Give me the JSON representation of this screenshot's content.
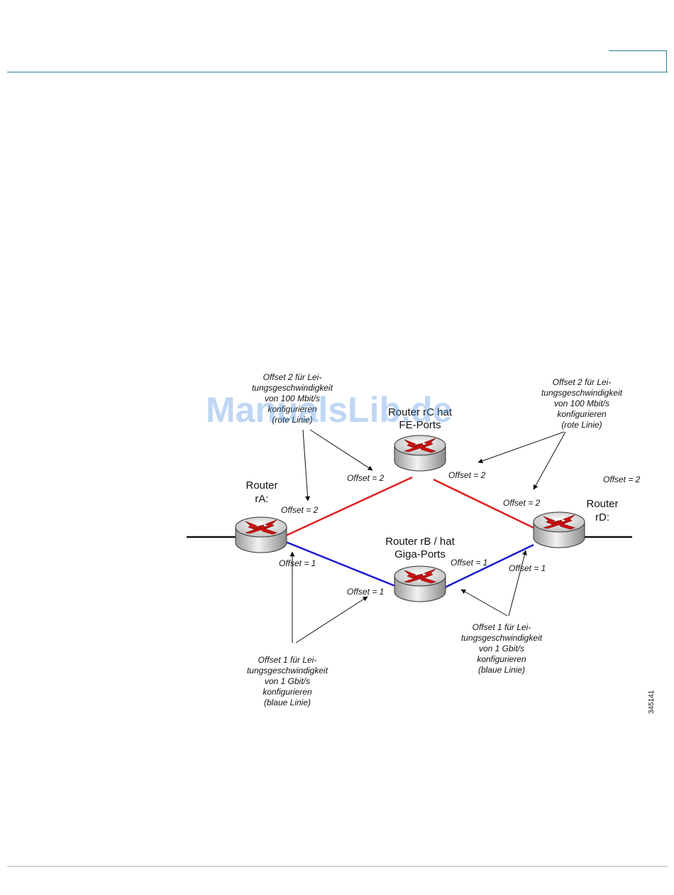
{
  "diagram": {
    "routers": {
      "rA": {
        "line1": "Router",
        "line2": "rA:"
      },
      "rC": {
        "line1": "Router rC hat",
        "line2": "FE-Ports"
      },
      "rB": {
        "line1": "Router rB / hat",
        "line2": "Giga-Ports"
      },
      "rD": {
        "line1": "Router",
        "line2": "rD:"
      }
    },
    "offsets": {
      "rA_red": "Offset = 2",
      "rA_blue": "Offset = 1",
      "rC_left": "Offset = 2",
      "rC_right": "Offset = 2",
      "rB_left": "Offset = 1",
      "rB_right": "Offset = 1",
      "rD_red": "Offset = 2",
      "rD_blue": "Offset = 1",
      "far_right": "Offset = 2"
    },
    "notes": {
      "top_left": [
        "Offset 2 für Lei-",
        "tungsgeschwindigkeit",
        "von 100 Mbit/s",
        "konfigurieren",
        "(rote Linie)"
      ],
      "top_right": [
        "Offset 2 für Lei-",
        "tungsgeschwindigkeit",
        "von 100 Mbit/s",
        "konfigurieren",
        "(rote Linie)"
      ],
      "bottom_left": [
        "Offset 1 für Lei-",
        "tungsgeschwindigkeit",
        "von 1 Gbit/s",
        "konfigurieren",
        "(blaue Linie)"
      ],
      "bottom_right": [
        "Offset 1 für Lei-",
        "tungsgeschwindigkeit",
        "von 1 Gbit/s",
        "konfigurieren",
        "(blaue Linie)"
      ]
    },
    "figure_id": "345141",
    "colors": {
      "red_link": "#e02020",
      "blue_link": "#1a1acc",
      "router_top": "#d8d8d8",
      "arrow": "#d11111"
    }
  },
  "watermark": "ManualsLib.de"
}
